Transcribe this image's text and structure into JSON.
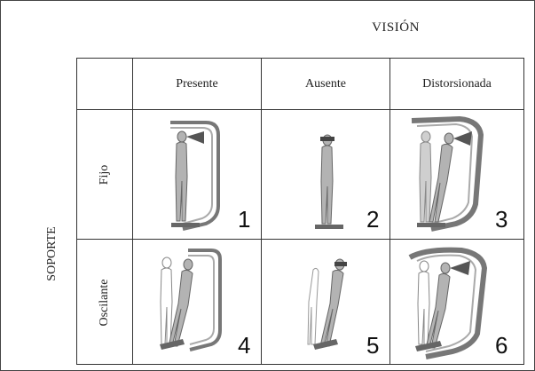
{
  "header": {
    "title": "VISIÓN"
  },
  "axis": {
    "rows_label": "SOPORTE"
  },
  "columns": [
    "Presente",
    "Ausente",
    "Distorsionada"
  ],
  "rows": [
    "Fijo",
    "Oscilante"
  ],
  "cells": [
    {
      "number": "1",
      "icon": "standing-figure-fixed-support-present-vision-icon"
    },
    {
      "number": "2",
      "icon": "standing-figure-fixed-support-absent-vision-icon"
    },
    {
      "number": "3",
      "icon": "standing-figure-fixed-support-distorted-vision-icon"
    },
    {
      "number": "4",
      "icon": "standing-figure-oscillating-support-present-vision-icon"
    },
    {
      "number": "5",
      "icon": "standing-figure-oscillating-support-absent-vision-icon"
    },
    {
      "number": "6",
      "icon": "standing-figure-oscillating-support-distorted-vision-icon"
    }
  ]
}
